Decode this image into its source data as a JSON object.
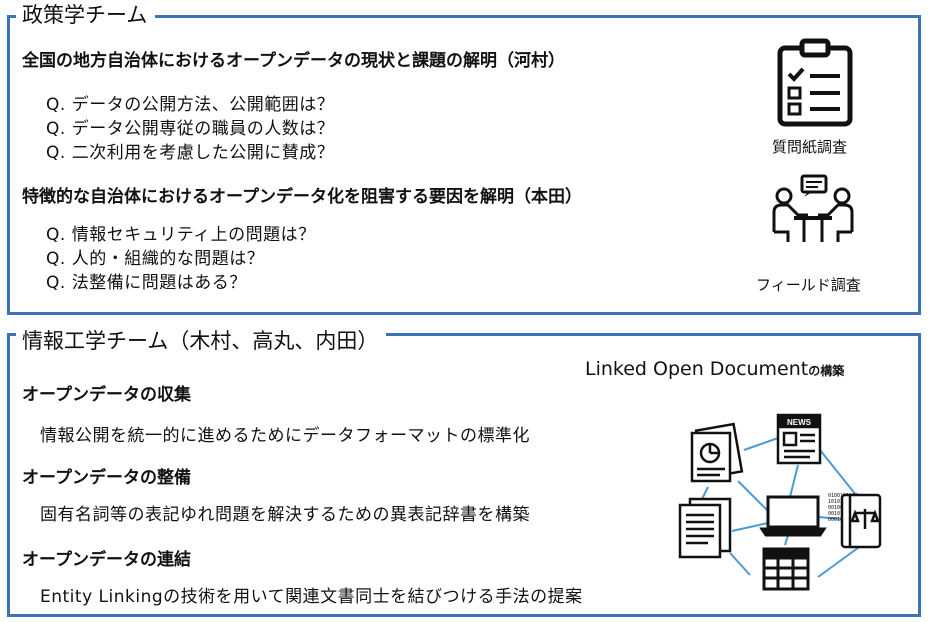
{
  "policy_team": {
    "title": "政策学チーム",
    "topic1": {
      "heading": "全国の地方自治体におけるオープンデータの現状と課題の解明（河村）",
      "questions": [
        "Q. データの公開方法、公開範囲は？",
        "Q. データ公開専従の職員の人数は？",
        "Q. 二次利用を考慮した公開に賛成？"
      ]
    },
    "topic2": {
      "heading": "特徴的な自治体におけるオープンデータ化を阻害する要因を解明（本田）",
      "questions": [
        "Q. 情報セキュリティ上の問題は？",
        "Q. 人的・組織的な問題は？",
        "Q. 法整備に問題はある？"
      ]
    },
    "questionnaire_caption": "質問紙調査",
    "field_caption": "フィールド調査"
  },
  "info_team": {
    "title": "情報工学チーム（木村、高丸、内田）",
    "lod_title": "Linked Open Document",
    "lod_suffix": "の構築",
    "sections": [
      {
        "heading": "オープンデータの収集",
        "desc": "情報公開を統一的に進めるためにデータフォーマットの標準化"
      },
      {
        "heading": "オープンデータの整備",
        "desc": "固有名詞等の表記ゆれ問題を解決するための異表記辞書を構築"
      },
      {
        "heading": "オープンデータの連結",
        "desc": "Entity Linkingの技術を用いて関連文書同士を結びつける手法の提案"
      }
    ],
    "news_label": "NEWS",
    "binary_lines": [
      "0100101010",
      "101010010",
      "0010010",
      "00101001",
      "00010"
    ]
  },
  "colors": {
    "border": "#3a74b6",
    "network_line": "#4a9ad4"
  }
}
